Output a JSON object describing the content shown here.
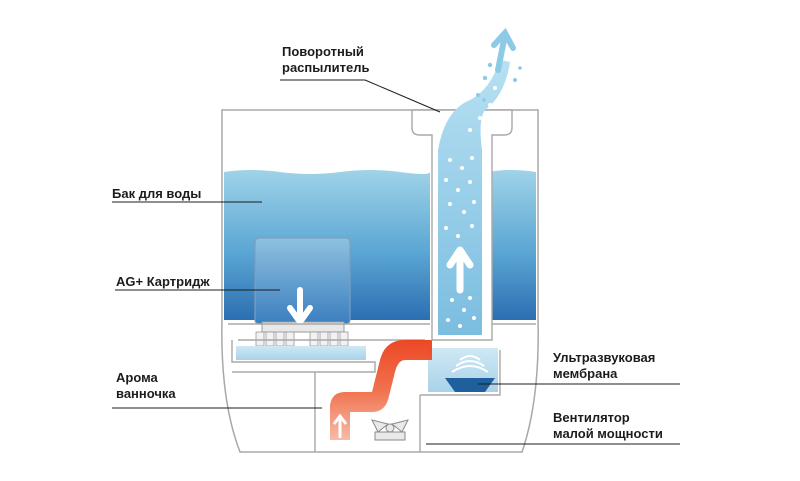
{
  "labels": {
    "rotary_sprayer": [
      "Поворотный",
      "распылитель"
    ],
    "water_tank": "Бак для воды",
    "ag_cartridge": "AG+ Картридж",
    "aroma_tray": [
      "Арома",
      "ванночка"
    ],
    "ultrasonic_membrane": [
      "Ультразвуковая",
      "мембрана"
    ],
    "fan": [
      "Вентилятор",
      "малой мощности"
    ]
  },
  "colors": {
    "water_top": "#93cce3",
    "water_bottom": "#2f74b5",
    "mist": "#8ecae6",
    "warm_air": "#ef4b26",
    "outline": "#a8a8a8"
  }
}
